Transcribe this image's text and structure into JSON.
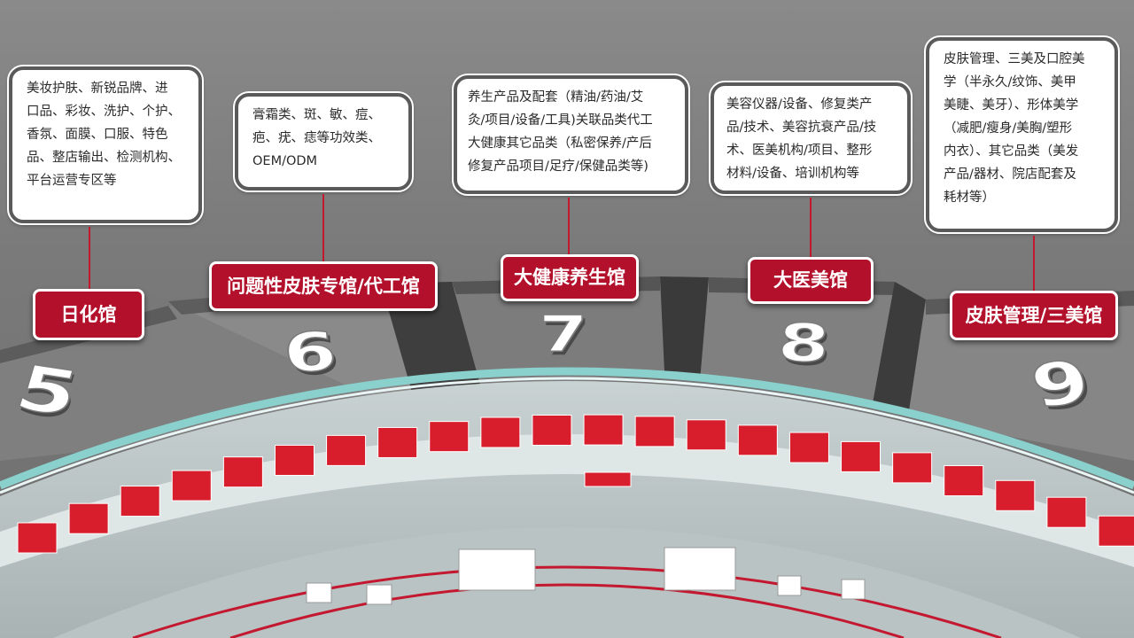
{
  "halls": [
    {
      "number": "5",
      "name": "日化馆",
      "description": "美妆护肤、新锐品牌、进\n口品、彩妆、洗护、个护、\n香氛、面膜、口服、特色\n品、整店输出、检测机构、\n平台运营专区等"
    },
    {
      "number": "6",
      "name": "问题性皮肤专馆/代工馆",
      "description": "膏霜类、斑、敏、痘、\n疤、疣、痣等功效类、\nOEM/ODM"
    },
    {
      "number": "7",
      "name": "大健康养生馆",
      "description": "养生产品及配套（精油/药油/艾\n灸/项目/设备/工具)关联品类代工\n大健康其它品类（私密保养/产后\n修复产品项目/足疗/保健品类等)"
    },
    {
      "number": "8",
      "name": "大医美馆",
      "description": "美容仪器/设备、修复类产\n品/技术、美容抗衰产品/技\n术、医美机构/项目、整形\n材料/设备、培训机构等"
    },
    {
      "number": "9",
      "name": "皮肤管理/三美馆",
      "description": "皮肤管理、三美及口腔美\n学（半永久/纹饰、美甲\n美睫、美牙）、形体美学\n（减肥/瘦身/美胸/塑形\n内衣）、其它品类（美发\n产品/器材、院店配套及\n耗材等）"
    }
  ],
  "colors": {
    "label_red": "#b3112b",
    "leader_red": "#c3182f",
    "callout_border": "#5a5a5a",
    "banner_red": "#d81e2c"
  }
}
